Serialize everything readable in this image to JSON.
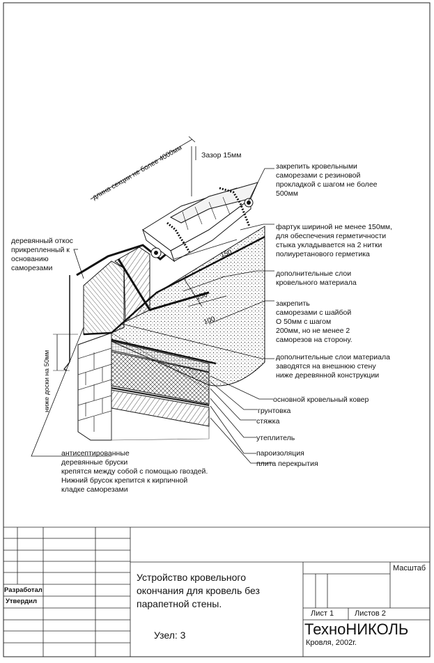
{
  "drawing": {
    "dim_section_length": "длина секции не более 4000мм",
    "dim_gap": "Зазор 15мм",
    "dim_board_below": "ниже доски на 50мм",
    "dim_150_top": "150",
    "dim_150_mid": "150",
    "dim_100": "100"
  },
  "callouts": {
    "screws_rubber": [
      "закрепить кровельными",
      "саморезами с резиновой",
      "прокладкой с шагом не более",
      "500мм"
    ],
    "flashing": [
      "фартук шириной не менее 150мм,",
      "для обеспечения герметичности",
      "стыка укладывается на 2 нитки",
      "полиуретанового герметика"
    ],
    "extra_layers": [
      "дополнительные слои",
      "кровельного материала"
    ],
    "screws_washer": [
      "закрепить",
      "саморезами с шайбой",
      "О 50мм с шагом",
      "200мм, но не менее 2",
      "саморезов на сторону."
    ],
    "extra_layers_wall": [
      "дополнительные слои материала",
      "заводятся на внешнюю стену",
      "ниже деревянной конструкции"
    ],
    "main_carpet": "основной кровельный ковер",
    "primer": "грунтовка",
    "screed": "стяжка",
    "insulation": "утеплитель",
    "vapor_barrier": "пароизоляция",
    "slab": "плита перекрытия",
    "wooden_slope": [
      "деревянный откос",
      "прикрепленный к",
      "основанию",
      "саморезами"
    ],
    "wood_bars": [
      "антисептированные",
      "деревянные бруски",
      "крепятся между собой с помощью гвоздей.",
      "Нижний брусок крепится к кирпичной",
      "кладке саморезами"
    ]
  },
  "title_block": {
    "title": [
      "Устройство кровельного",
      "окончания для кровель без",
      "парапетной стены."
    ],
    "node": "Узел: 3",
    "scale_label": "Масштаб",
    "sheet_label": "Лист 1",
    "sheets_label": "Листов 2",
    "developed_label": "Разработал",
    "approved_label": "Утвердил",
    "brand": "ТехноНИКОЛЬ",
    "brand_sub": "Кровля, 2002г."
  }
}
